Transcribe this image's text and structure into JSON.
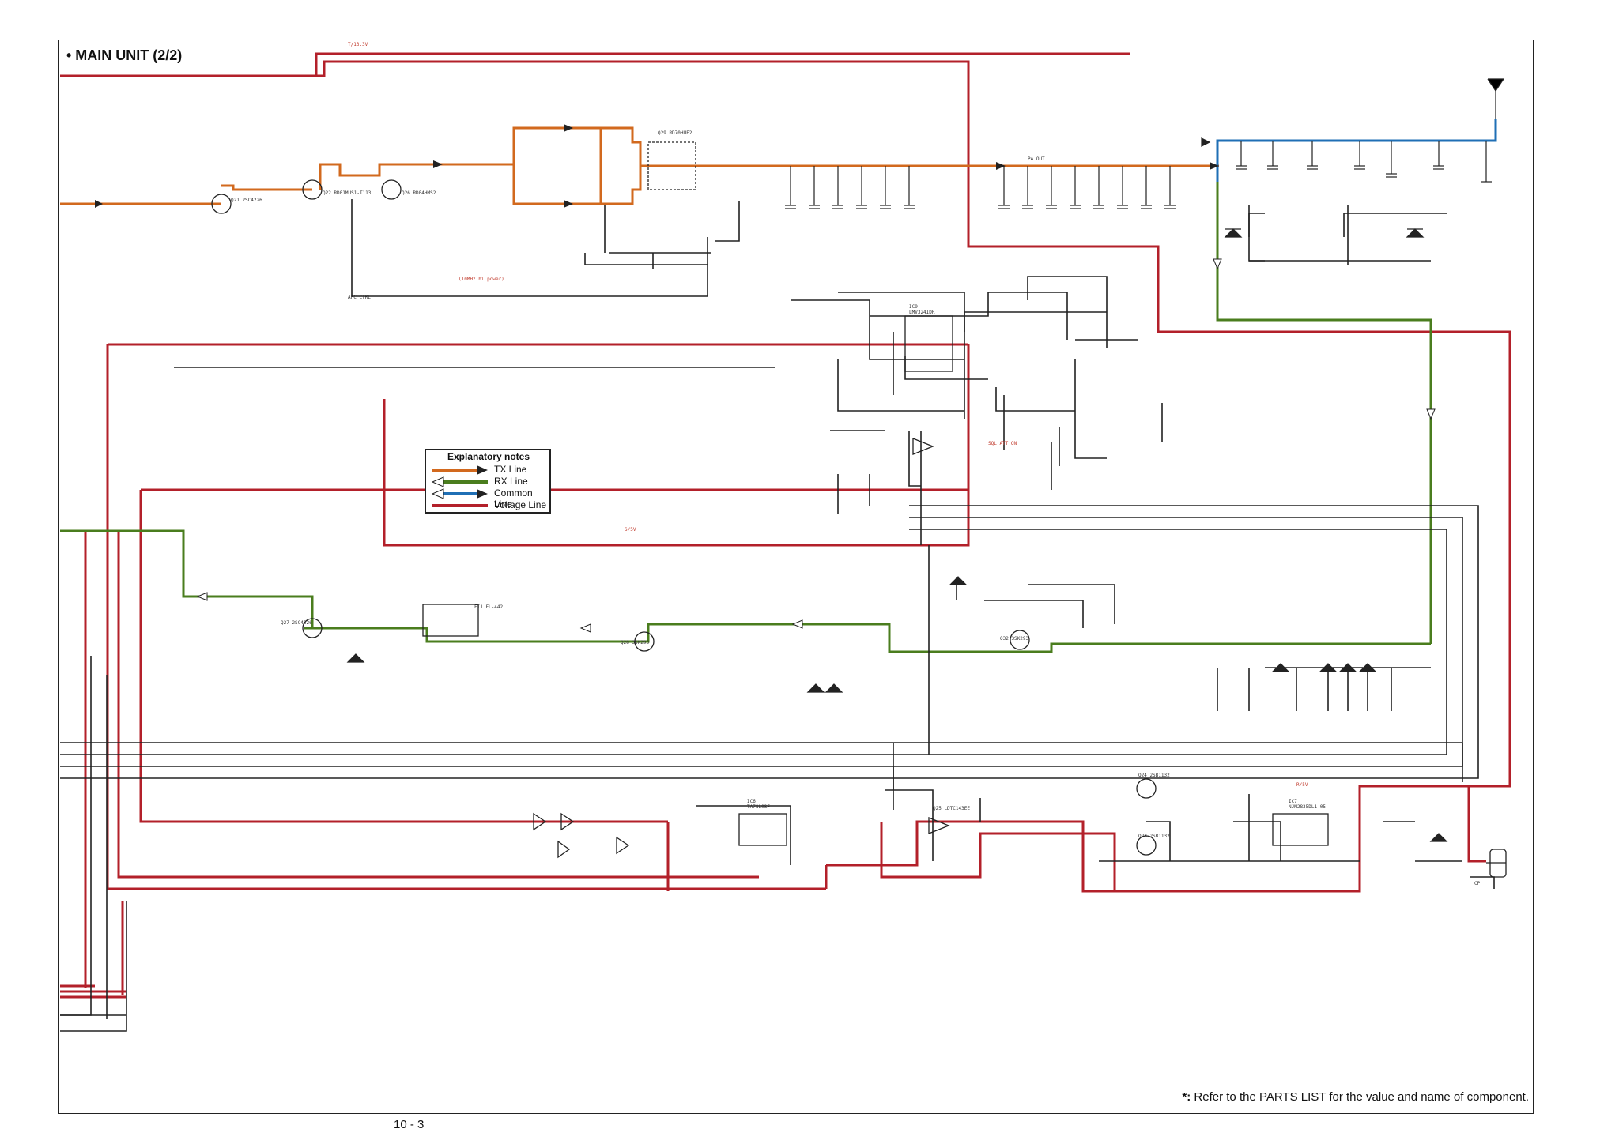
{
  "title": "• MAIN UNIT (2/2)",
  "page_number": "10 - 3",
  "footnote": {
    "mark": "*:",
    "text": " Refer to the PARTS LIST for the value and name of component."
  },
  "legend": {
    "title": "Explanatory notes",
    "items": [
      {
        "label": "TX Line",
        "color": "#d2691e"
      },
      {
        "label": "RX Line",
        "color": "#4a7d1e"
      },
      {
        "label": "Common Line",
        "color": "#1f6fb5"
      },
      {
        "label": "Voltage Line",
        "color": "#b3202a"
      }
    ]
  },
  "annotations": {
    "pa_out": "PA OUT",
    "apc_ctrl": "APC CTRL",
    "ic9": "IC9",
    "ic9_part": "LMV324IDR",
    "ic7": "IC7",
    "ic7_part": "NJM2835DL1-05",
    "ic6": "IC6",
    "ic6_part": "TA78L08F",
    "q21": "Q21 2SC4226",
    "q22": "Q22 RD01MUS1-T113",
    "q26": "Q26 RD04HMS2",
    "q29": "Q29 RD70HUF2",
    "q27": "Q27 2SC4226",
    "q28": "Q28 3SK293",
    "q32": "Q32 3SK293",
    "q24": "Q24 2SB1132",
    "q23": "Q23 2SB1132",
    "q25": "Q25 LDTC143EE",
    "fi1": "FI1 FL-442",
    "ctrl_pwr": "(10MHz hi power)",
    "volt_133": "T/13.3V",
    "volt_5": "S/5V",
    "sq": "SQL ATT ON",
    "rx_vcc": "R/5V",
    "cp": "CP"
  },
  "colors": {
    "tx": "#d2691e",
    "rx": "#4a7d1e",
    "common": "#1f6fb5",
    "voltage": "#b3202a",
    "wire": "#222222"
  }
}
